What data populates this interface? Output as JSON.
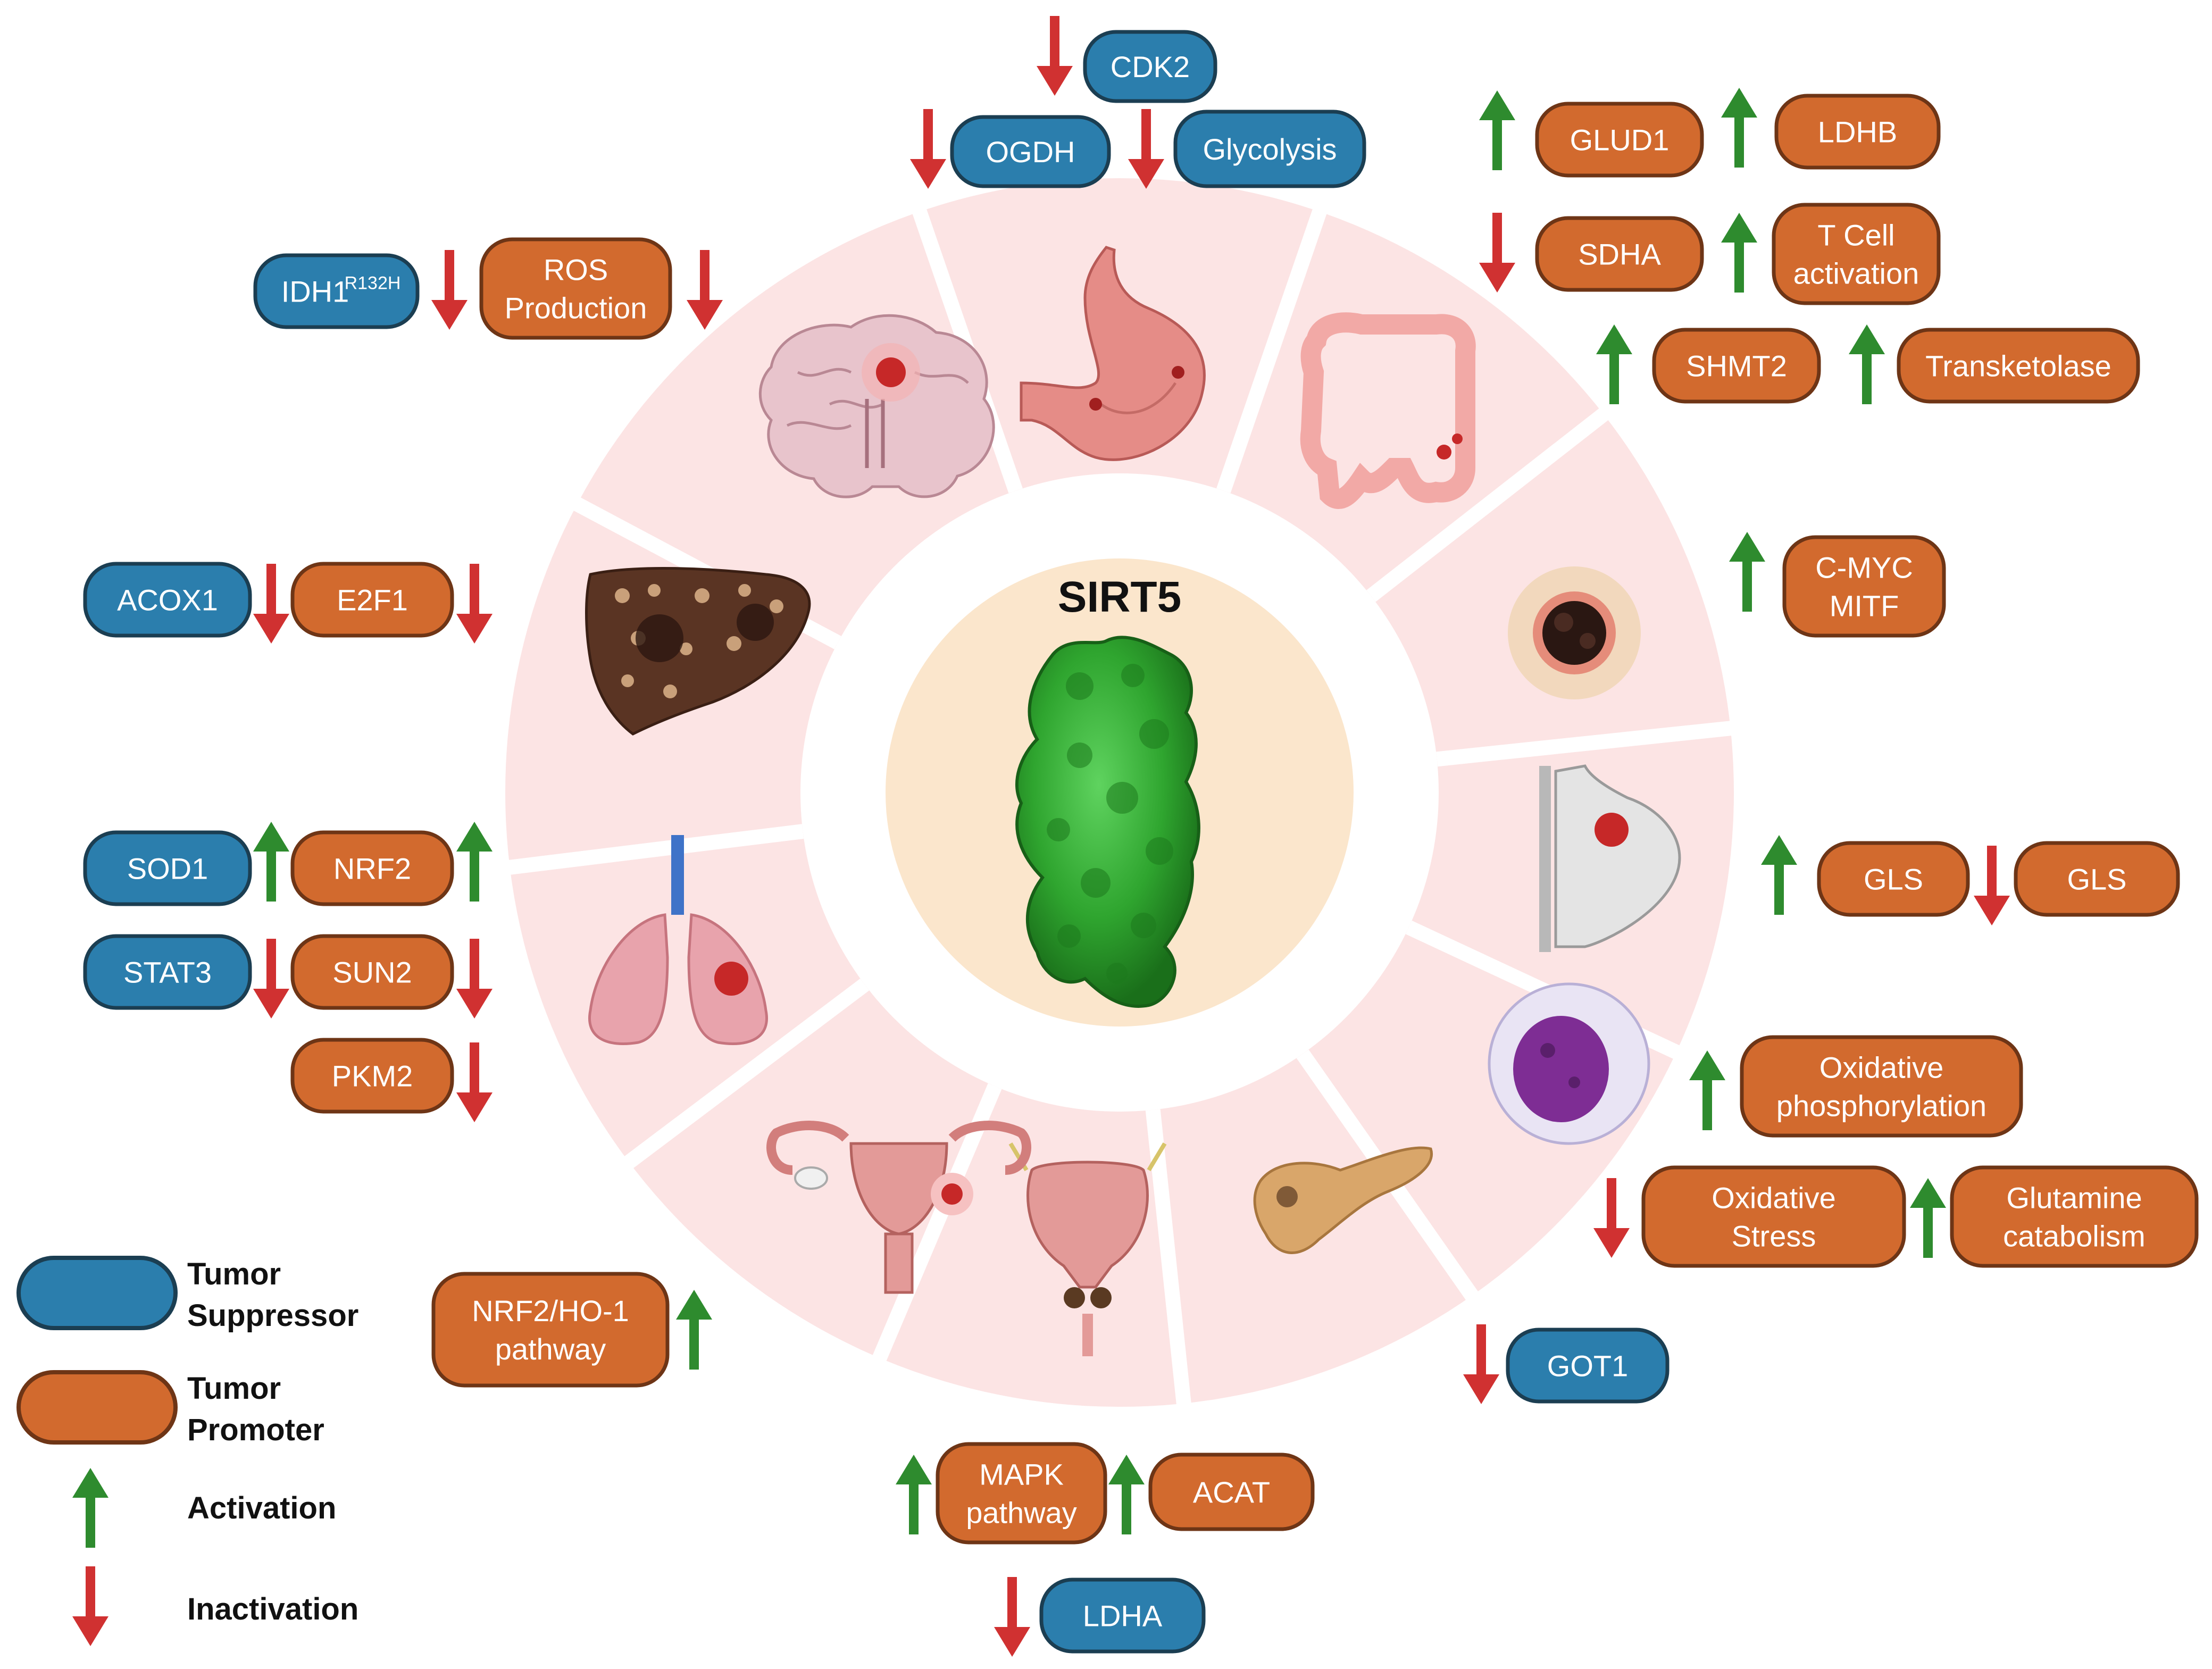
{
  "center": {
    "title": "SIRT5"
  },
  "colors": {
    "suppressor_fill": "#2B7EAD",
    "suppressor_stroke": "#1B3E52",
    "promoter_fill": "#D26A2E",
    "promoter_stroke": "#6E3516",
    "up_arrow": "#2E8B2E",
    "down_arrow": "#D03131",
    "ring": "#FCE4E4",
    "center_disc": "#FBE6CC"
  },
  "organs": [
    {
      "name": "brain",
      "icon": "brain-icon"
    },
    {
      "name": "stomach",
      "icon": "stomach-icon"
    },
    {
      "name": "colon",
      "icon": "colon-icon"
    },
    {
      "name": "skin",
      "icon": "skin-lesion-icon"
    },
    {
      "name": "breast",
      "icon": "breast-icon"
    },
    {
      "name": "blood cell",
      "icon": "leukocyte-icon"
    },
    {
      "name": "pancreas",
      "icon": "pancreas-icon"
    },
    {
      "name": "prostate",
      "icon": "prostate-icon"
    },
    {
      "name": "ovary",
      "icon": "ovary-icon"
    },
    {
      "name": "lung",
      "icon": "lung-icon"
    },
    {
      "name": "liver",
      "icon": "liver-icon"
    }
  ],
  "pills": {
    "cdk2": "CDK2",
    "ogdh": "OGDH",
    "glycolysis": "Glycolysis",
    "glud1": "GLUD1",
    "ldhb": "LDHB",
    "sdha": "SDHA",
    "tcell_1": "T Cell",
    "tcell_2": "activation",
    "shmt2": "SHMT2",
    "transketolase": "Transketolase",
    "idh1": "IDH1",
    "idh1_sup": "R132H",
    "ros_1": "ROS",
    "ros_2": "Production",
    "cmyc_1": "C-MYC",
    "cmyc_2": "MITF",
    "acox1": "ACOX1",
    "e2f1": "E2F1",
    "gls_a": "GLS",
    "gls_b": "GLS",
    "sod1": "SOD1",
    "nrf2": "NRF2",
    "stat3": "STAT3",
    "sun2": "SUN2",
    "pkm2": "PKM2",
    "oxphos_1": "Oxidative",
    "oxphos_2": "phosphorylation",
    "oxstress_1": "Oxidative",
    "oxstress_2": "Stress",
    "glut_1": "Glutamine",
    "glut_2": "catabolism",
    "nrf2ho_1": "NRF2/HO-1",
    "nrf2ho_2": "pathway",
    "got1": "GOT1",
    "mapk_1": "MAPK",
    "mapk_2": "pathway",
    "acat": "ACAT",
    "ldha": "LDHA"
  },
  "legend": {
    "suppressor_1": "Tumor",
    "suppressor_2": "Suppressor",
    "promoter_1": "Tumor",
    "promoter_2": "Promoter",
    "activation": "Activation",
    "inactivation": "Inactivation"
  }
}
